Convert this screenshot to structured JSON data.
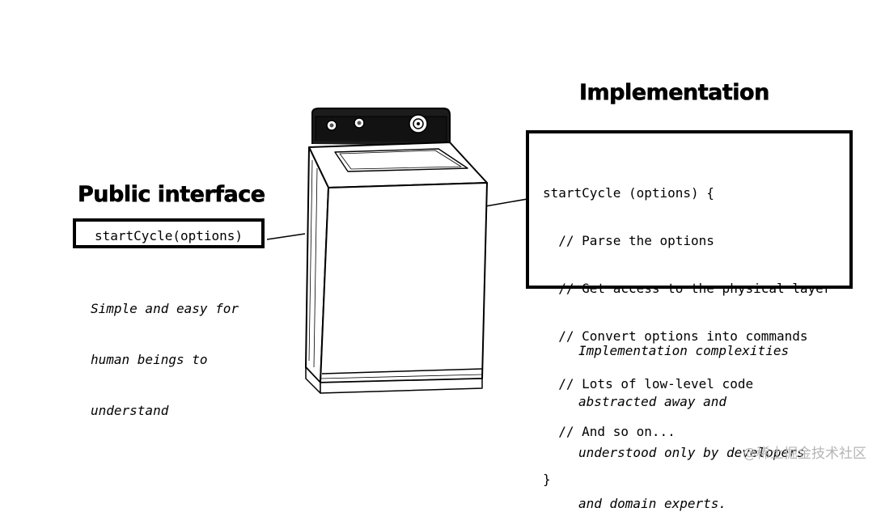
{
  "implementation": {
    "title": "Implementation",
    "code_lines": [
      "startCycle (options) {",
      "  // Parse the options",
      "  // Get access to the physical layer",
      "  // Convert options into commands",
      "  // Lots of low-level code",
      "  // And so on...",
      "}"
    ],
    "note_lines": [
      "Implementation complexities",
      "abstracted away and",
      "understood only by developers",
      "and domain experts."
    ]
  },
  "public_interface": {
    "title": "Public interface",
    "code": "startCycle(options)",
    "note_lines": [
      "Simple and easy for",
      "human beings to",
      "understand"
    ]
  },
  "watermark": "@稀土掘金技术社区"
}
